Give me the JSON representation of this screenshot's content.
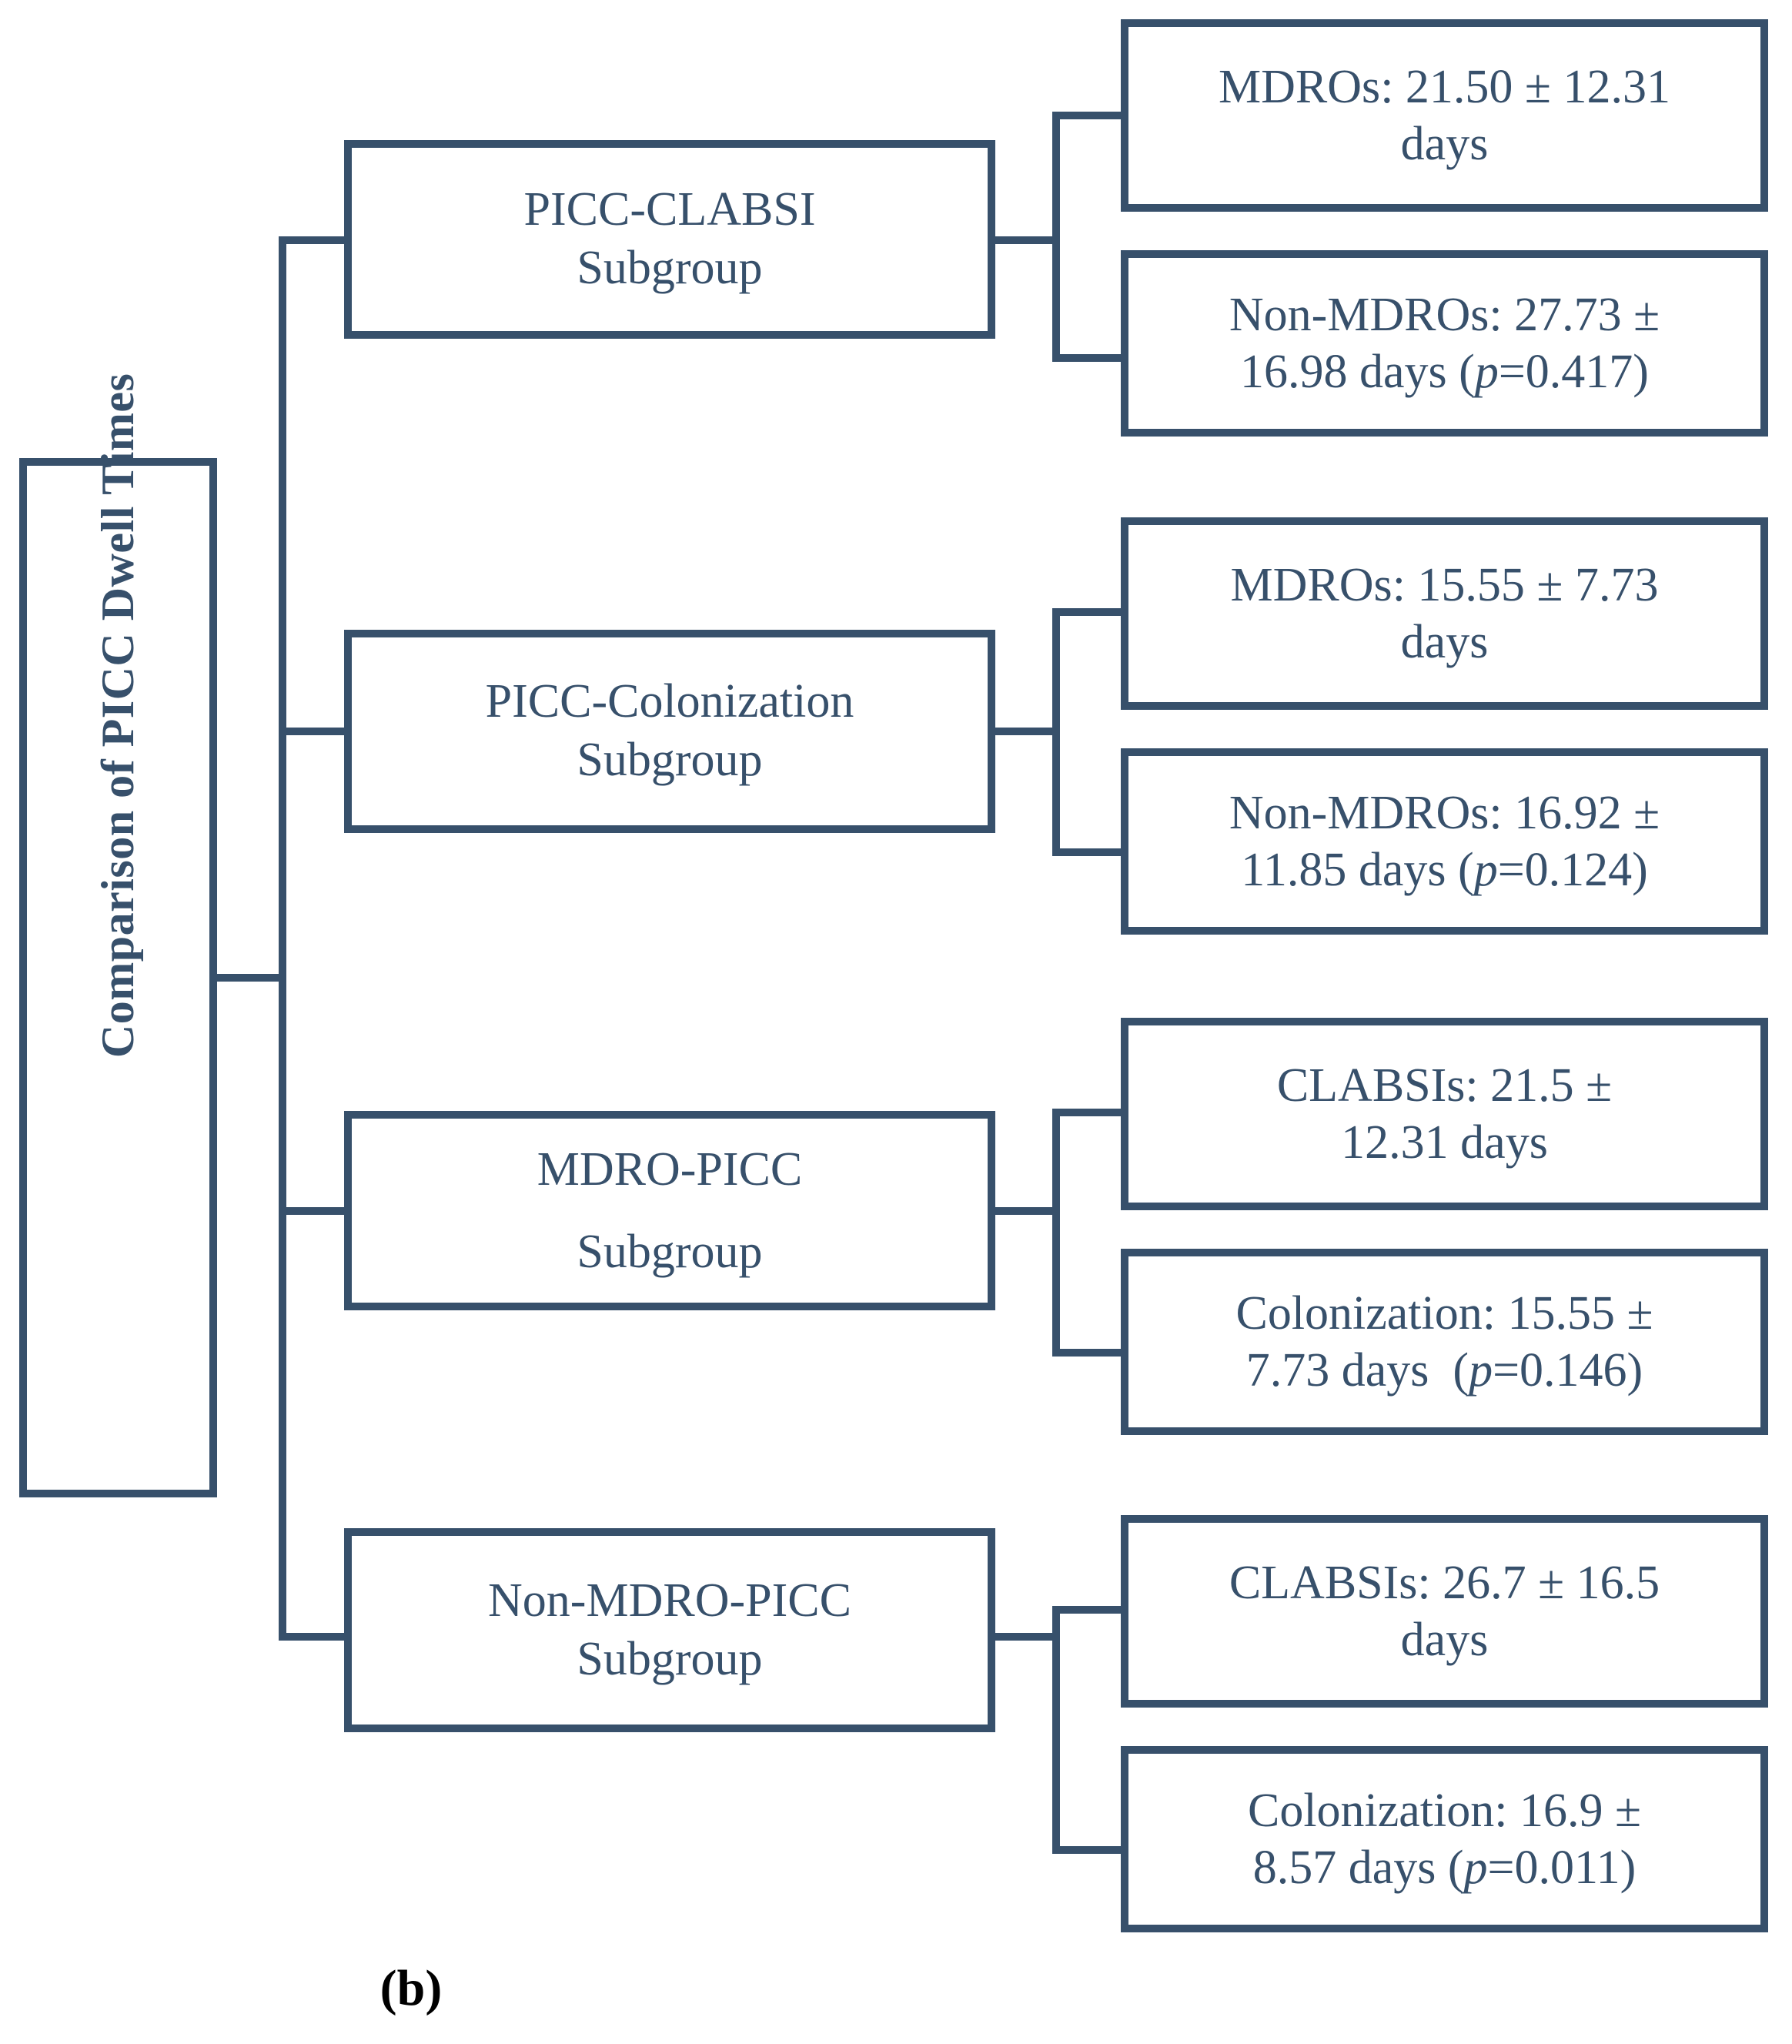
{
  "figure": {
    "caption": "(b)",
    "stroke_color": "#37506B",
    "caption_color": "#000000",
    "background": "#ffffff"
  },
  "root": {
    "label": "Comparison of PICC Dwell Times",
    "orientation": "vertical-rotated-90ccw"
  },
  "branches": [
    {
      "id": "picc-clabsi",
      "label": "PICC-CLABSI\nSubgroup",
      "line1": "PICC-CLABSI",
      "line2": "Subgroup",
      "leaves": [
        {
          "id": "picc-clabsi-mdros",
          "text": "MDROs: 21.50 ± 12.31 days",
          "group": "MDROs",
          "mean": 21.5,
          "sd": 12.31,
          "unit": "days",
          "p": null
        },
        {
          "id": "picc-clabsi-non-mdros",
          "text": "Non-MDROs: 27.73 ± 16.98 days (p=0.417)",
          "group": "Non-MDROs",
          "mean": 27.73,
          "sd": 16.98,
          "unit": "days",
          "p": 0.417
        }
      ]
    },
    {
      "id": "picc-colonization",
      "label": "PICC-Colonization\nSubgroup",
      "line1": "PICC-Colonization",
      "line2": "Subgroup",
      "leaves": [
        {
          "id": "picc-colonization-mdros",
          "text": "MDROs: 15.55 ± 7.73 days",
          "group": "MDROs",
          "mean": 15.55,
          "sd": 7.73,
          "unit": "days",
          "p": null
        },
        {
          "id": "picc-colonization-non-mdros",
          "text": "Non-MDROs: 16.92 ± 11.85 days (p=0.124)",
          "group": "Non-MDROs",
          "mean": 16.92,
          "sd": 11.85,
          "unit": "days",
          "p": 0.124
        }
      ]
    },
    {
      "id": "mdro-picc",
      "label": "MDRO-PICC\nSubgroup",
      "line1": "MDRO-PICC",
      "line2": "Subgroup",
      "leaves": [
        {
          "id": "mdro-picc-clabsis",
          "text": "CLABSIs: 21.5 ± 12.31 days",
          "group": "CLABSIs",
          "mean": 21.5,
          "sd": 12.31,
          "unit": "days",
          "p": null
        },
        {
          "id": "mdro-picc-colonization",
          "text": "Colonization: 15.55 ± 7.73 days  (p=0.146)",
          "group": "Colonization",
          "mean": 15.55,
          "sd": 7.73,
          "unit": "days",
          "p": 0.146
        }
      ]
    },
    {
      "id": "non-mdro-picc",
      "label": "Non-MDRO-PICC\nSubgroup",
      "line1": "Non-MDRO-PICC",
      "line2": "Subgroup",
      "leaves": [
        {
          "id": "non-mdro-picc-clabsis",
          "text": "CLABSIs: 26.7 ± 16.5 days",
          "group": "CLABSIs",
          "mean": 26.7,
          "sd": 16.5,
          "unit": "days",
          "p": null
        },
        {
          "id": "non-mdro-picc-colonization",
          "text": "Colonization: 16.9 ± 8.57 days (p=0.011)",
          "group": "Colonization",
          "mean": 16.9,
          "sd": 8.57,
          "unit": "days",
          "p": 0.011
        }
      ]
    }
  ],
  "leaf_text": {
    "l0_a": "MDROs: 21.50 ± 12.31",
    "l0_b": "days",
    "l1_a": "Non-MDROs: 27.73 ±",
    "l1_b1": "16.98 days (",
    "l1_b2": "p",
    "l1_b3": "=0.417)",
    "l2_a": "MDROs: 15.55 ± 7.73",
    "l2_b": "days",
    "l3_a": "Non-MDROs: 16.92 ±",
    "l3_b1": "11.85 days (",
    "l3_b2": "p",
    "l3_b3": "=0.124)",
    "l4_a": "CLABSIs: 21.5 ±",
    "l4_b": "12.31 days",
    "l5_a": "Colonization: 15.55 ±",
    "l5_b1": "7.73 days  (",
    "l5_b2": "p",
    "l5_b3": "=0.146)",
    "l6_a": "CLABSIs: 26.7 ± 16.5",
    "l6_b": "days",
    "l7_a": "Colonization: 16.9 ±",
    "l7_b1": "8.57 days (",
    "l7_b2": "p",
    "l7_b3": "=0.011)"
  }
}
